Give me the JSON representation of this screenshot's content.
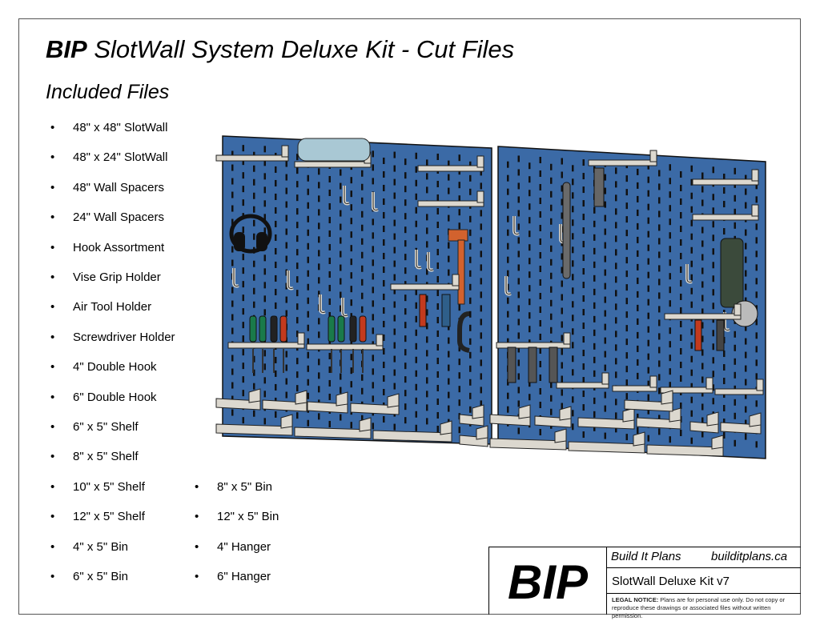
{
  "header": {
    "brand": "BIP",
    "title": "SlotWall System Deluxe Kit - Cut Files"
  },
  "section_title": "Included Files",
  "files_col1": [
    "48\" x 48\" SlotWall",
    "48\" x 24\" SlotWall",
    "48\" Wall Spacers",
    "24\" Wall Spacers",
    "Hook Assortment",
    "Vise Grip Holder",
    "Air Tool Holder",
    "Screwdriver Holder",
    "4\" Double Hook",
    "6\" Double Hook",
    "6\" x 5\" Shelf",
    "8\" x 5\" Shelf",
    "10\" x 5\" Shelf",
    "12\" x 5\" Shelf",
    "4\" x 5\" Bin",
    "6\" x 5\" Bin"
  ],
  "files_col2": [
    "8\" x 5\" Bin",
    "12\" x 5\" Bin",
    "4\" Hanger",
    "6\" Hanger"
  ],
  "bullet": "•",
  "title_block": {
    "logo": "BIP",
    "company": "Build It Plans",
    "website": "builditplans.ca",
    "drawing_title": "SlotWall Deluxe Kit v7",
    "legal_label": "LEGAL NOTICE:",
    "legal_text": "Plans are for personal use only. Do not copy or reproduce these drawings or associated files without written permission."
  },
  "colors": {
    "panel": "#3b6aa6",
    "accessory": "#dcd8cf",
    "tool_orange": "#d2622e"
  }
}
